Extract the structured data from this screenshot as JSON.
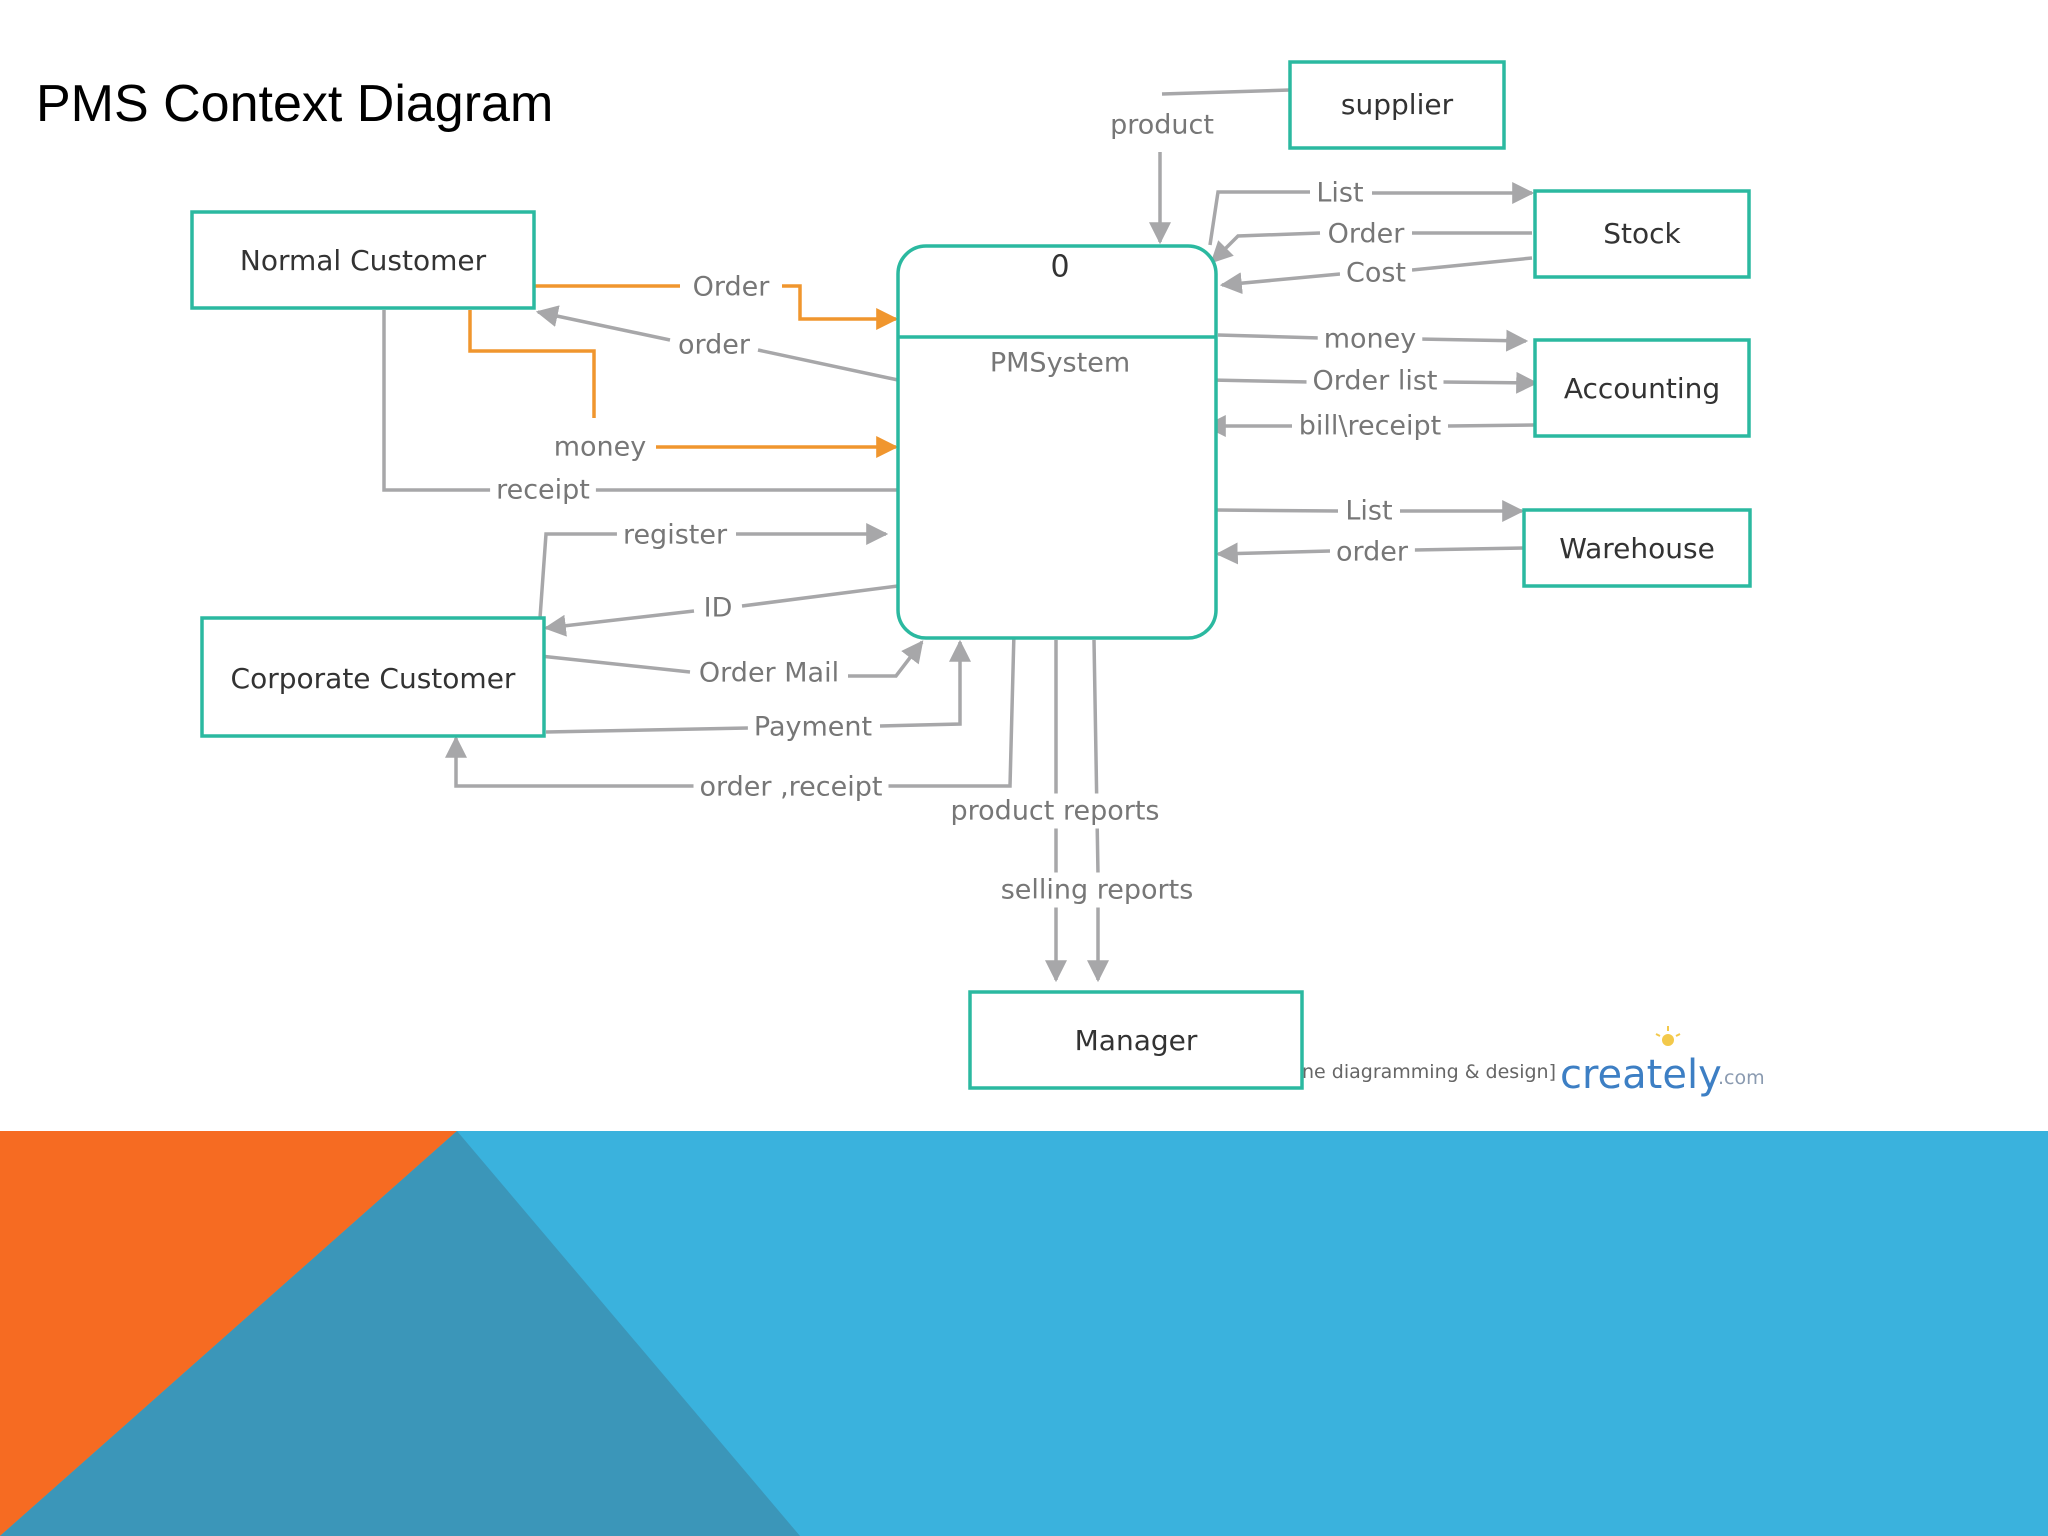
{
  "title": "PMS Context Diagram",
  "process": {
    "number": "0",
    "name": "PMSystem"
  },
  "entities": {
    "supplier": "supplier",
    "stock": "Stock",
    "accounting": "Accounting",
    "warehouse": "Warehouse",
    "normal_customer": "Normal Customer",
    "corporate_customer": "Corporate Customer",
    "manager": "Manager"
  },
  "flows": {
    "product": "product",
    "stock_list": "List",
    "stock_order": "Order",
    "stock_cost": "Cost",
    "acc_money": "money",
    "acc_order_list": "Order list",
    "acc_bill": "bill\\receipt",
    "wh_list": "List",
    "wh_order": "order",
    "nc_order_in": "Order",
    "nc_order_out": "order",
    "nc_money": "money",
    "nc_receipt": "receipt",
    "cc_register": "register",
    "cc_id": "ID",
    "cc_order_mail": "Order Mail",
    "cc_payment": "Payment",
    "cc_order_receipt": "order ,receipt",
    "mgr_product_reports": "product reports",
    "mgr_selling_reports": "selling reports"
  },
  "watermark": {
    "tagline": "ne diagramming & design]",
    "brand": "creately",
    "tld": ".com"
  },
  "colors": {
    "entity_border": "#2bb9a0",
    "flow_line": "#a7a7a9",
    "customer_flow": "#f0962e",
    "banner_blue": "#3ab2dd",
    "banner_orange": "#f66b22",
    "banner_dark": "#3b96b9"
  }
}
